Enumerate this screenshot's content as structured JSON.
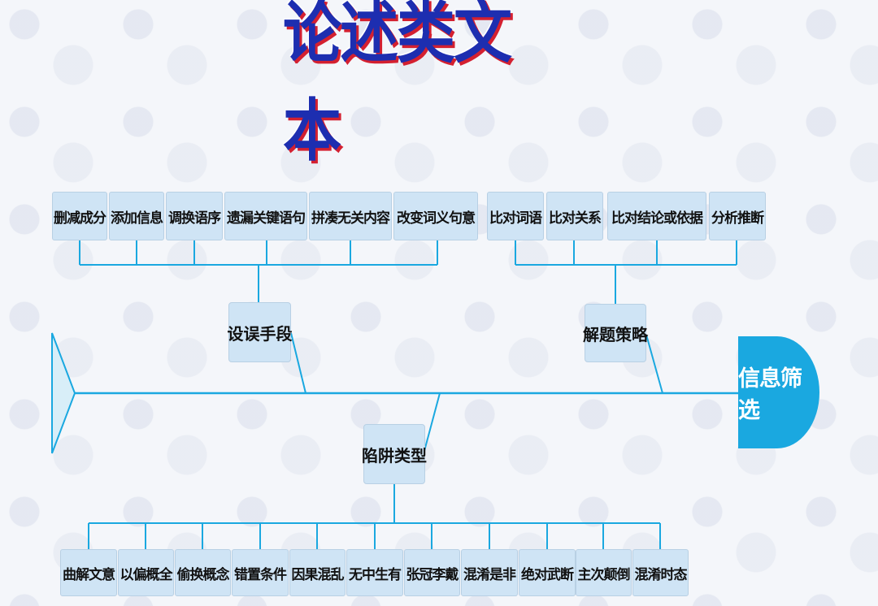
{
  "title": "论述类文本",
  "head": "信息筛选",
  "categories": {
    "means": "设误手段",
    "strategy": "解题策略",
    "traps": "陷阱类型"
  },
  "means_items": [
    "删减成分",
    "添加信息",
    "调换语序",
    "遗漏关键语句",
    "拼凑无关内容",
    "改变词义句意"
  ],
  "strategy_items": [
    "比对词语",
    "比对关系",
    "比对结论或依据",
    "分析推断"
  ],
  "trap_items": [
    "曲解文意",
    "以偏概全",
    "偷换概念",
    "错置条件",
    "因果混乱",
    "无中生有",
    "张冠李戴",
    "混淆是非",
    "绝对武断",
    "主次颠倒",
    "混淆时态"
  ],
  "colors": {
    "line": "#1aa8e0",
    "box": "#cfe4f5",
    "title": "#1d2eb0",
    "title_shadow": "#d42030"
  }
}
